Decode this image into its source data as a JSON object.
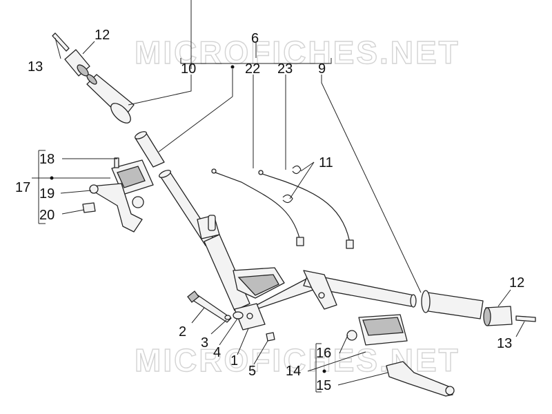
{
  "watermark": "MICROFICHES.NET",
  "labels": {
    "l1": "1",
    "l2": "2",
    "l3": "3",
    "l4": "4",
    "l5": "5",
    "l6": "6",
    "l9": "9",
    "l10": "10",
    "l11": "11",
    "l12a": "12",
    "l12b": "12",
    "l13a": "13",
    "l13b": "13",
    "l14": "14",
    "l15": "15",
    "l16": "16",
    "l17": "17",
    "l18": "18",
    "l19": "19",
    "l20": "20",
    "l22": "22",
    "l23": "23"
  }
}
